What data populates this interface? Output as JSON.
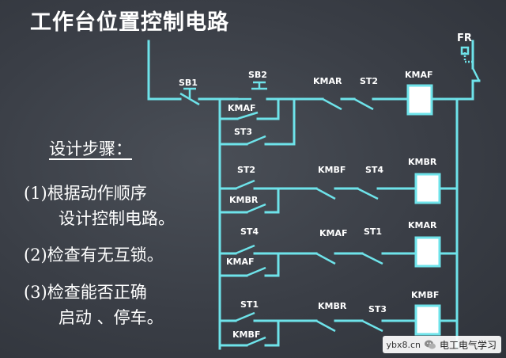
{
  "title": "工作台位置控制电路",
  "steps": {
    "heading": "设计步骤：",
    "step1_line1": "(1)根据动作顺序",
    "step1_line2": "设计控制电路。",
    "step2": "(2)检查有无互锁。",
    "step3_line1": "(3)检查能否正确",
    "step3_line2": "启动 、停车。"
  },
  "circuit": {
    "fr": "FR",
    "sb1": "SB1",
    "sb2": "SB2",
    "rung1": {
      "hold": "KMAF",
      "limit_parallel": "ST3",
      "interlock": "KMAR",
      "limit": "ST2",
      "coil": "KMAF"
    },
    "rung2": {
      "start": "ST2",
      "hold": "KMBR",
      "interlock": "KMBF",
      "limit": "ST4",
      "coil": "KMBR"
    },
    "rung3": {
      "start": "ST4",
      "hold": "KMAF",
      "interlock": "KMAF",
      "limit": "ST1",
      "coil": "KMAR"
    },
    "rung4": {
      "start": "ST1",
      "hold": "KMBF",
      "interlock": "KMBR",
      "limit": "ST3",
      "coil": "KMBF"
    }
  },
  "watermark": {
    "url": "ybx8.cn",
    "name": "电工电气学习"
  }
}
